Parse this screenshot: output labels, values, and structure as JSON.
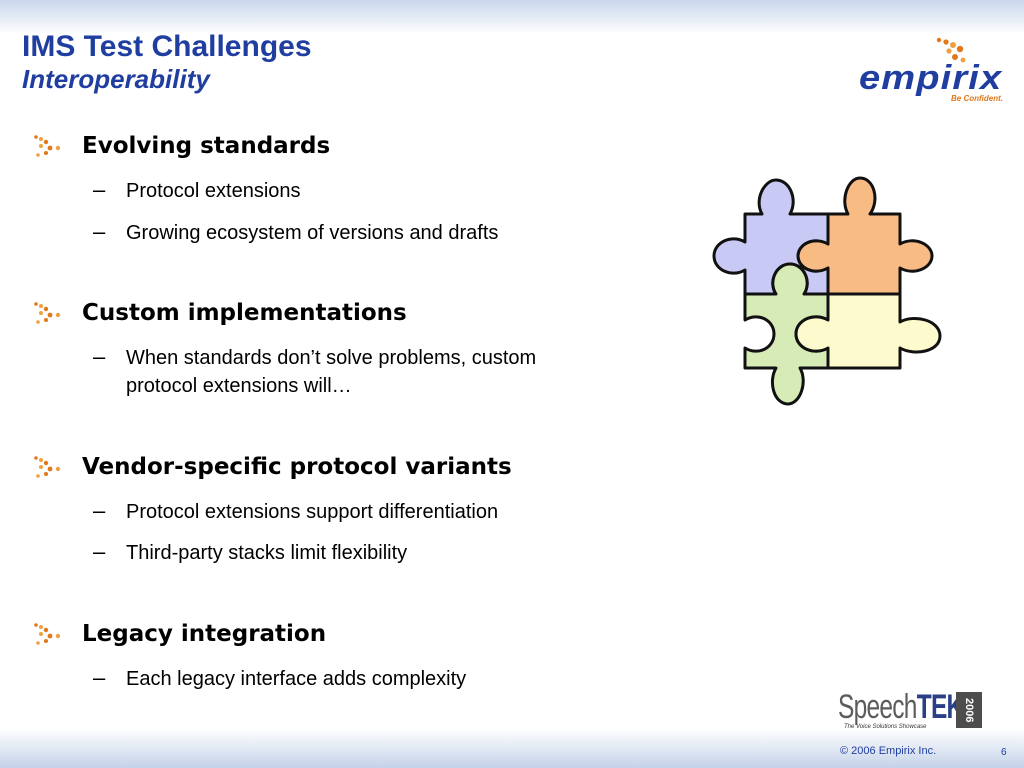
{
  "slide": {
    "title": "IMS Test Challenges",
    "subtitle": "Interoperability",
    "logo": {
      "word": "empirix",
      "tagline": "Be Confident."
    },
    "colors": {
      "title": "#1f3ea0",
      "accent_orange": "#e0781c"
    },
    "bullets": [
      {
        "label": "Evolving standards",
        "subs": [
          {
            "dash": "–",
            "text": "Protocol extensions"
          },
          {
            "dash": "–",
            "text": "Growing ecosystem of versions and drafts"
          }
        ]
      },
      {
        "label": "Custom implementations",
        "subs": [
          {
            "dash": "–",
            "text": "When standards don’t solve problems, custom protocol extensions will…"
          }
        ]
      },
      {
        "label": "Vendor-specific protocol variants",
        "subs": [
          {
            "dash": "–",
            "text": "Protocol extensions support differentiation"
          },
          {
            "dash": "–",
            "text": "Third-party stacks limit flexibility"
          }
        ]
      },
      {
        "label": "Legacy integration",
        "subs": [
          {
            "dash": "–",
            "text": "Each legacy interface adds complexity"
          }
        ]
      }
    ],
    "puzzle_icon": "puzzle-pieces-icon",
    "puzzle_colors": [
      "#c9c9f5",
      "#f9bb84",
      "#d7ebb6",
      "#fdfbcd"
    ],
    "footer": {
      "speechtek": {
        "speech": "Speech",
        "tek": "TEK",
        "year": "2006",
        "tagline": "The Voice Solutions Showcase"
      },
      "copyright": "© 2006 Empirix Inc.",
      "page": "6"
    }
  }
}
